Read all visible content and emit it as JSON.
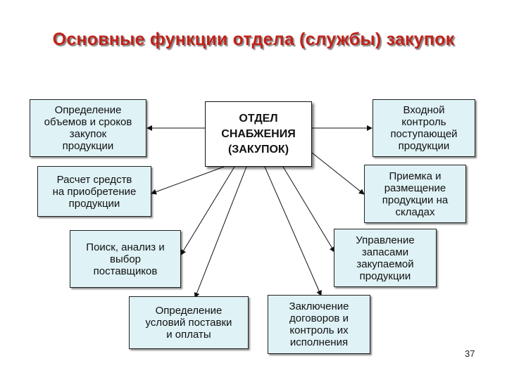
{
  "title": "Основные функции отдела (службы) закупок",
  "center": "ОТДЕЛ\nСНАБЖЕНИЯ\n(ЗАКУПОК)",
  "functions": [
    "Определение\nобъемов и сроков\nзакупок\nпродукции",
    "Расчет средств\nна приобретение\nпродукции",
    "Поиск, анализ и\nвыбор\nпоставщиков",
    "Определение\nусловий поставки\nи оплаты",
    "Заключение\nдоговоров и\nконтроль их\nисполнения",
    "Управление\nзапасами\nзакупаемой\nпродукции",
    "Приемка и\nразмещение\nпродукции на\nскладах",
    "Входной\nконтроль\nпоступающей\nпродукции"
  ],
  "page_number": "37"
}
